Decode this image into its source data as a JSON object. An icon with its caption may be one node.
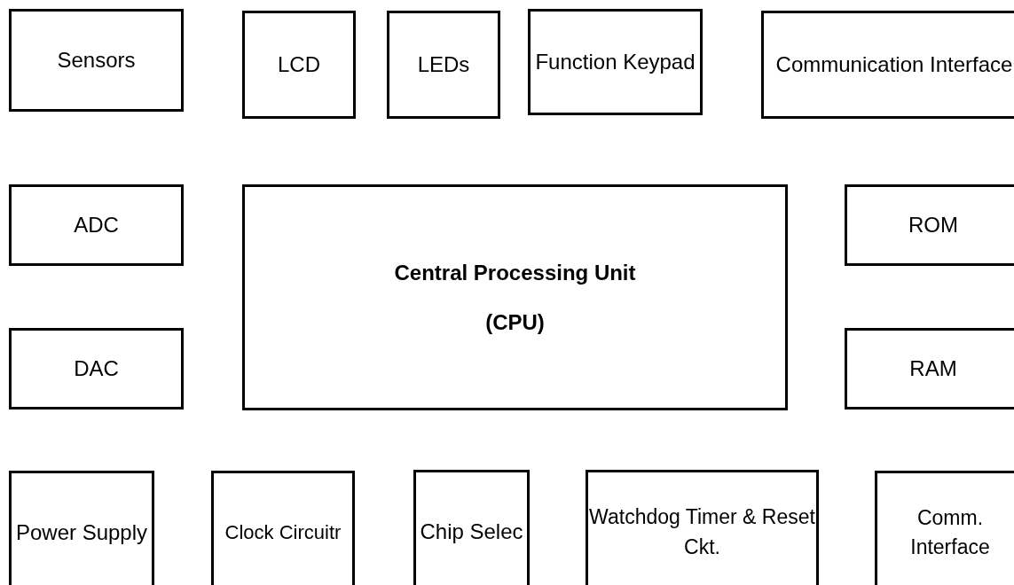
{
  "diagram": {
    "nodes": [
      {
        "text": [
          "Sensors"
        ]
      },
      {
        "text": [
          "LCD"
        ]
      },
      {
        "text": [
          "LEDs"
        ]
      },
      {
        "text": [
          "Function Keypad"
        ]
      },
      {
        "text": [
          "Communication Interface"
        ]
      },
      {
        "text": [
          "ADC"
        ]
      },
      {
        "text": [
          "Central Processing Unit (CPU)"
        ]
      },
      {
        "text": [
          "ROM"
        ]
      },
      {
        "text": [
          "DAC"
        ]
      },
      {
        "text": [
          "RAM"
        ]
      },
      {
        "text": [
          "Power Supply"
        ]
      },
      {
        "text": [
          "Clock Circuitr"
        ]
      },
      {
        "text": [
          "Chip Selec"
        ]
      },
      {
        "text": [
          "Watchdog Timer & Reset Ckt."
        ]
      },
      {
        "text": [
          "Comm. Interface"
        ]
      }
    ],
    "edges": []
  }
}
